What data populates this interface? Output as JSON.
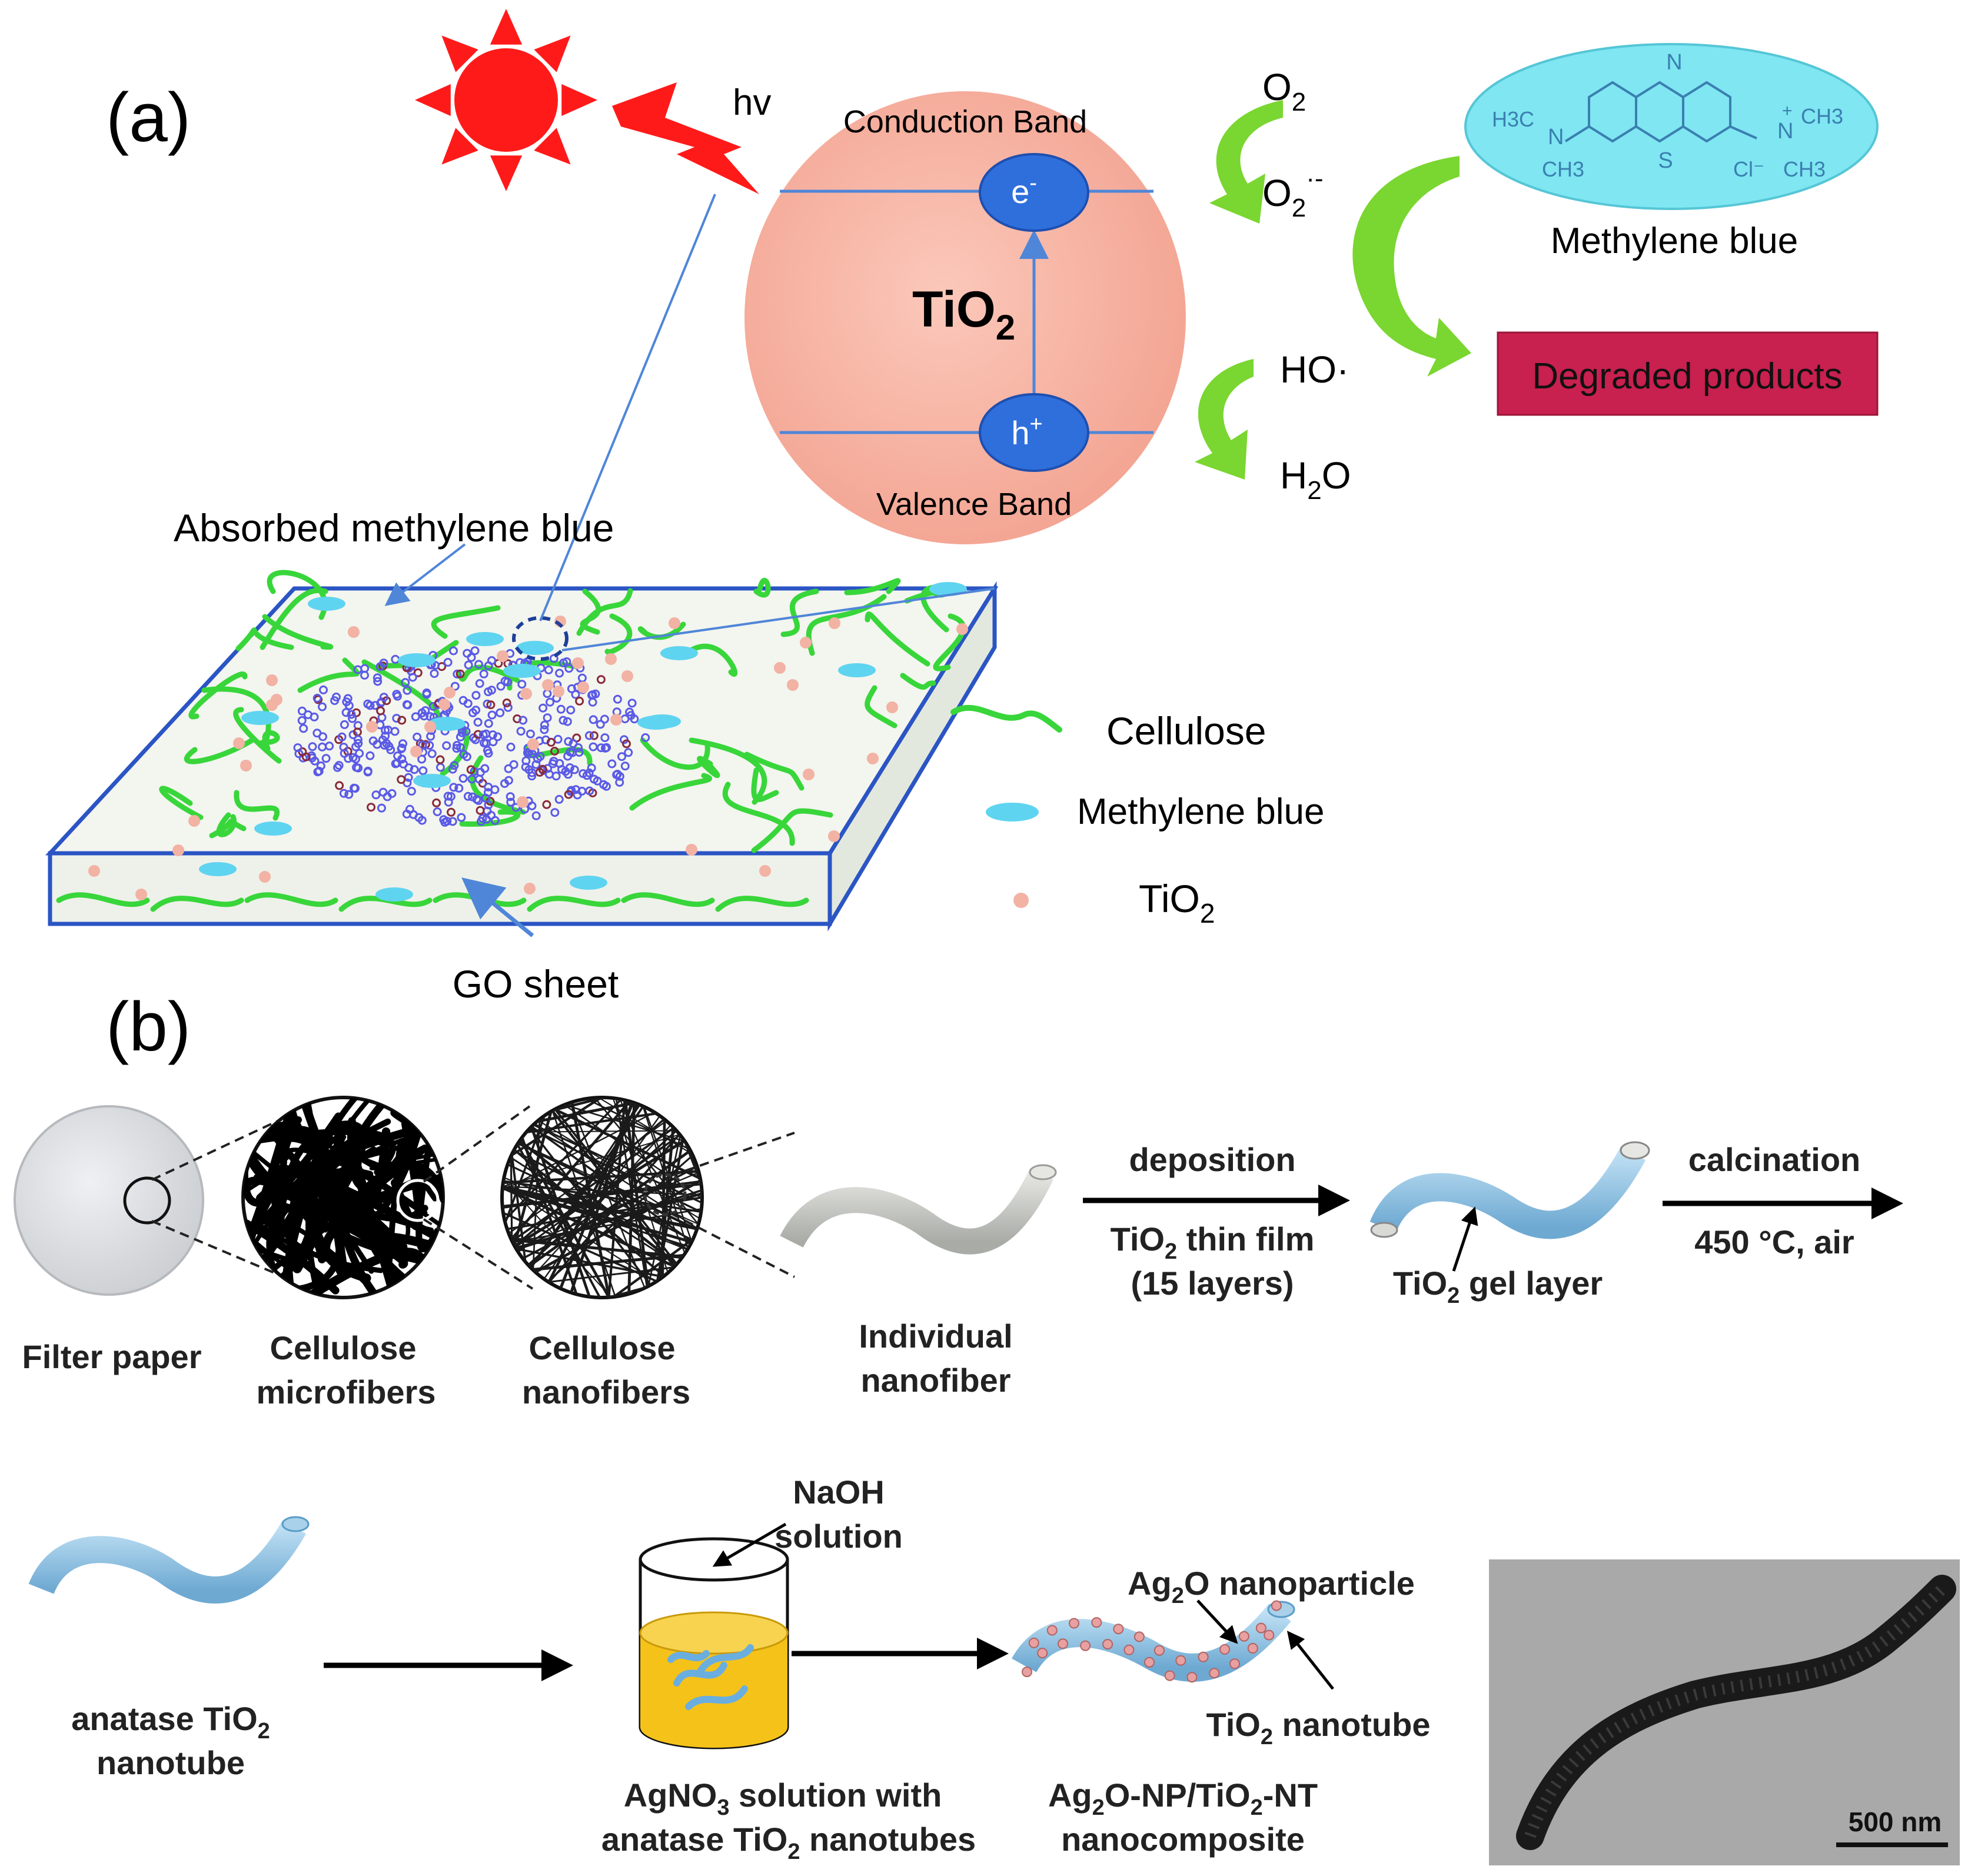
{
  "panel_a": {
    "label": "(a)",
    "light_label": "hv",
    "band": {
      "conduction": "Conduction Band",
      "valence": "Valence Band",
      "electron": "e",
      "electron_sup": "-",
      "hole": "h",
      "hole_sup": "+",
      "material": "TiO",
      "material_sub": "2"
    },
    "reactions": {
      "o2": "O",
      "o2_sub": "2",
      "superoxide": "O",
      "superoxide_sub": "2",
      "superoxide_sup": "·-",
      "hydroxyl": "HO·",
      "water_h": "H",
      "water_sub": "2",
      "water_o": "O"
    },
    "molecule": {
      "name": "Methylene blue",
      "atom_n_top": "N",
      "atom_s": "S",
      "left_group": "H3C",
      "left_n": "N",
      "left_ch3": "CH3",
      "right_n": "N",
      "right_plus": "+",
      "right_ch3_top": "CH3",
      "right_ch3_bottom": "CH3",
      "counterion": "Cl⁻"
    },
    "products": "Degraded products",
    "absorbed_label": "Absorbed methylene blue",
    "go_label": "GO sheet",
    "legend": {
      "cellulose": "Cellulose",
      "methylene_blue": "Methylene blue",
      "tio2": "TiO",
      "tio2_sub": "2"
    },
    "colors": {
      "sun": "#ff1a1a",
      "tio2_sphere": "#f9b7a6",
      "band_line": "#4f86d8",
      "carrier": "#2f6fdc",
      "arrow_green": "#7ad630",
      "methylene": "#7fe6f2",
      "products_box": "#c8204f",
      "cellulose": "#38d63a",
      "tio2_dot": "#f2b2a4",
      "go_blue": "#5a5ae6",
      "go_red": "#8a2a3a"
    }
  },
  "panel_b": {
    "label": "(b)",
    "filter_paper": "Filter paper",
    "microfibers_1": "Cellulose",
    "microfibers_2": "microfibers",
    "nanofibers_1": "Cellulose",
    "nanofibers_2": "nanofibers",
    "individual_1": "Individual",
    "individual_2": "nanofiber",
    "deposition": "deposition",
    "film_1a": "TiO",
    "film_1sub": "2",
    "film_1b": " thin film",
    "film_2": "(15 layers)",
    "gel_a": "TiO",
    "gel_sub": "2",
    "gel_b": " gel layer",
    "calcination": "calcination",
    "conditions": "450 °C, air",
    "anatase_1a": "anatase TiO",
    "anatase_1sub": "2",
    "anatase_2": "nanotube",
    "naoh_1": "NaOH",
    "naoh_2": "solution",
    "agno3_1": "AgNO",
    "agno3_1sub": "3",
    "agno3_1b": " solution with",
    "agno3_2a": "anatase TiO",
    "agno3_2sub": "2",
    "agno3_2b": " nanotubes",
    "ag2o_a": "Ag",
    "ag2o_sub": "2",
    "ag2o_b": "O nanoparticle",
    "tio2nt_a": "TiO",
    "tio2nt_sub": "2",
    "tio2nt_b": " nanotube",
    "composite_1a": "Ag",
    "composite_1sub": "2",
    "composite_1b": "O-NP/TiO",
    "composite_1sub2": "2",
    "composite_1c": "-NT",
    "composite_2": "nanocomposite",
    "scale": "500 nm",
    "colors": {
      "tube": "#8ec4e6",
      "tube_dark": "#5a9cc8",
      "gray_tube": "#c9cbc6",
      "solution": "#f5c21a",
      "particle": "#e8a0a0"
    }
  }
}
